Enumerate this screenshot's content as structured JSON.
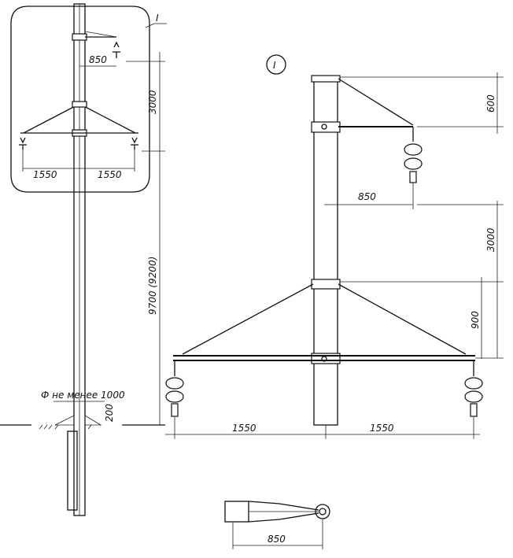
{
  "overview": {
    "callout_label": "I",
    "dim_bracket_offset": "850",
    "dim_crossarm_spacing": "3000",
    "dim_left_arm": "1550",
    "dim_right_arm": "1550",
    "dim_height": "9700 (9200)",
    "dim_pit_diameter": "Ф не менее 1000",
    "dim_mound": "200"
  },
  "detail": {
    "label": "I",
    "dim_top": "600",
    "dim_bracket_offset": "850",
    "dim_crossarm_spacing": "3000",
    "dim_brace": "900",
    "dim_left_arm": "1550",
    "dim_right_arm": "1550"
  },
  "plan_view": {
    "dim_bracket": "850"
  }
}
